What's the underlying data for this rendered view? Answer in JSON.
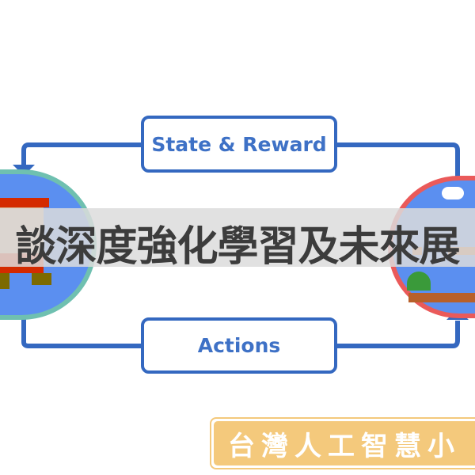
{
  "diagram": {
    "top_label": "State & Reward",
    "bottom_label": "Actions"
  },
  "banner": {
    "title": "談深度強化學習及未來展"
  },
  "badge": {
    "text": "台灣人工智慧小"
  },
  "colors": {
    "arrow": "#3468c0",
    "agent_ring": "#6fc0b0",
    "env_ring": "#ea5a5a",
    "badge": "#f4c97c"
  }
}
